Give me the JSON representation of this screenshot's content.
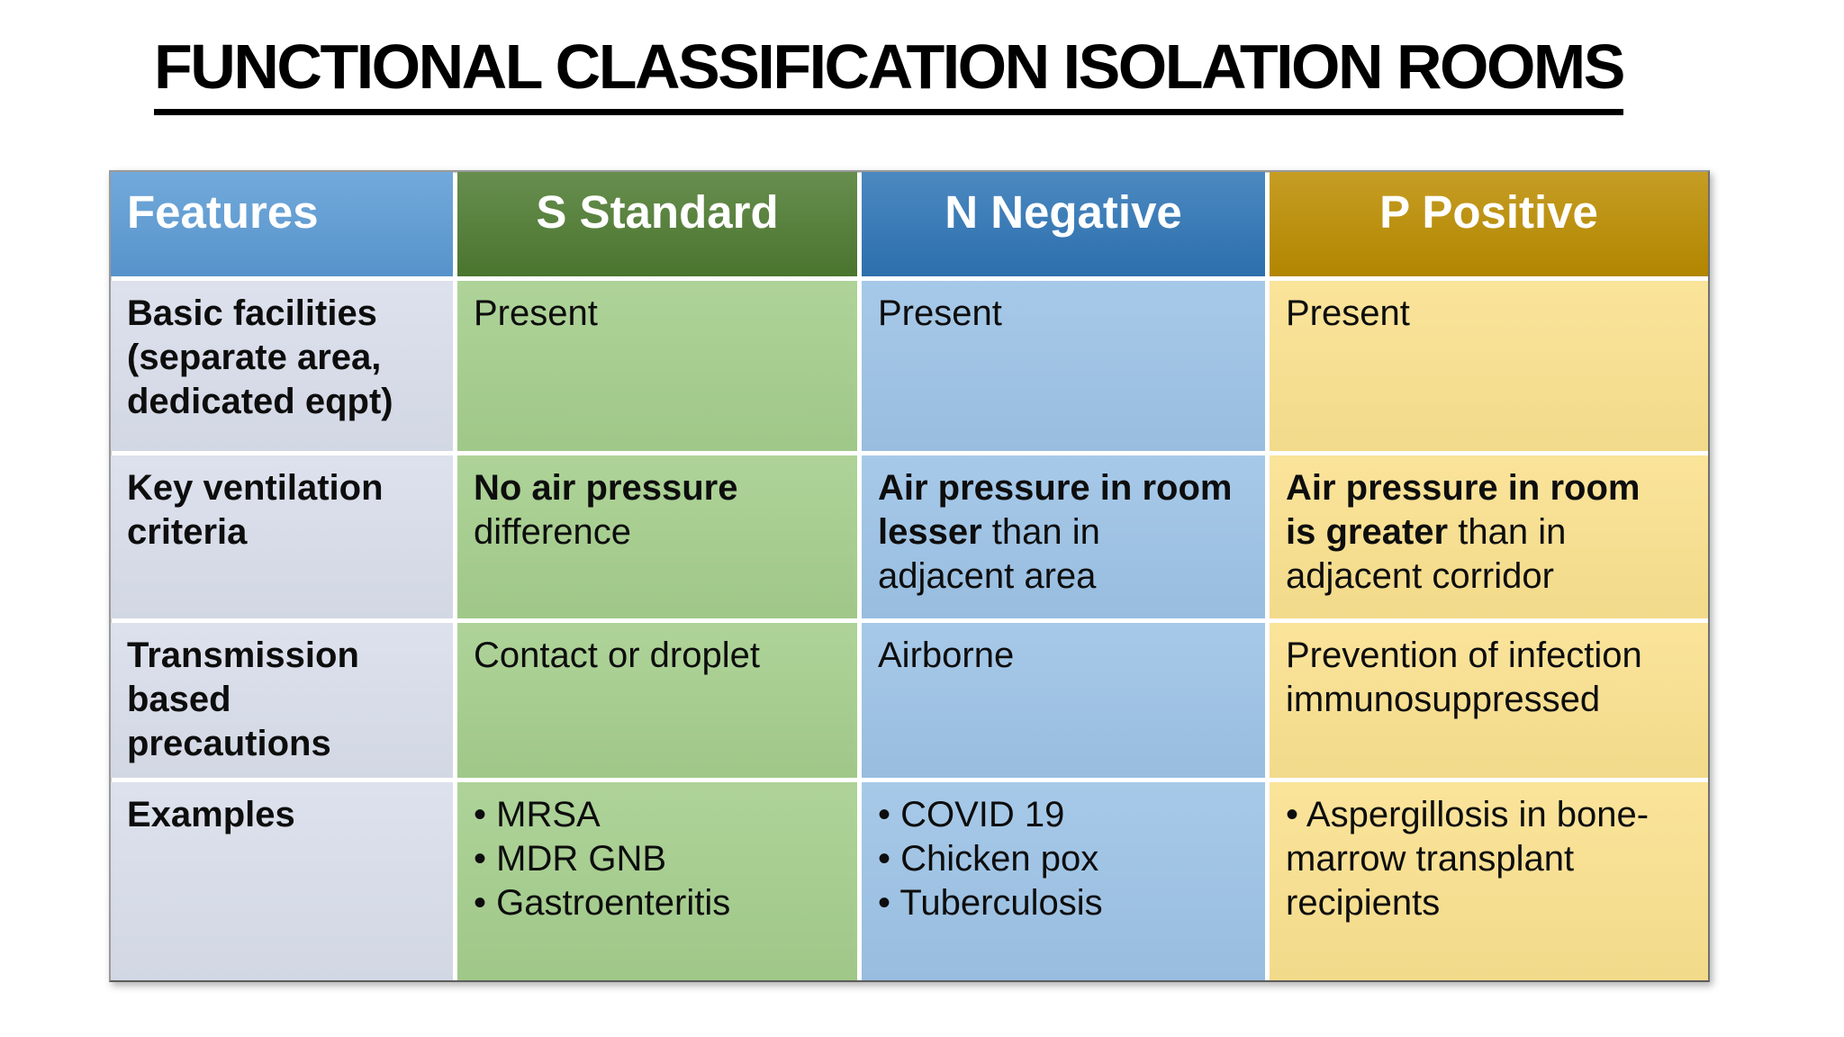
{
  "title": "FUNCTIONAL CLASSIFICATION ISOLATION ROOMS",
  "table": {
    "columns": [
      {
        "label": "Features",
        "header_bg": "#5B9BD5",
        "body_bg": "#D9DEEB"
      },
      {
        "label": "S Standard",
        "header_bg": "#4E7B31",
        "body_bg": "#A5CE8D"
      },
      {
        "label": "N Negative",
        "header_bg": "#2E75B6",
        "body_bg": "#9DC3E6"
      },
      {
        "label": "P Positive",
        "header_bg": "#BC8D00",
        "body_bg": "#FAE18F"
      }
    ],
    "rows": [
      {
        "feature": "Basic facilities\n(separate area,\ndedicated eqpt)",
        "cells": [
          {
            "bold": "",
            "text": "Present"
          },
          {
            "bold": "",
            "text": "Present"
          },
          {
            "bold": "",
            "text": "Present"
          }
        ]
      },
      {
        "feature": "Key ventilation\ncriteria",
        "cells": [
          {
            "bold": "No air pressure\n",
            "text": "difference"
          },
          {
            "bold": "Air pressure in room\nlesser",
            "text": " than in\nadjacent area"
          },
          {
            "bold": "Air pressure in room\nis greater",
            "text": " than in\nadjacent corridor"
          }
        ]
      },
      {
        "feature": "Transmission\nbased\nprecautions",
        "cells": [
          {
            "bold": "",
            "text": "Contact or droplet"
          },
          {
            "bold": "",
            "text": "Airborne"
          },
          {
            "bold": "",
            "text": "Prevention of infection\nimmunosuppressed"
          }
        ]
      },
      {
        "feature": "Examples",
        "cells": [
          {
            "bold": "",
            "text": "• MRSA\n• MDR GNB\n• Gastroenteritis"
          },
          {
            "bold": "",
            "text": "• COVID 19\n• Chicken pox\n• Tuberculosis"
          },
          {
            "bold": "",
            "text": "• Aspergillosis in bone-\nmarrow transplant\nrecipients"
          }
        ]
      }
    ]
  }
}
